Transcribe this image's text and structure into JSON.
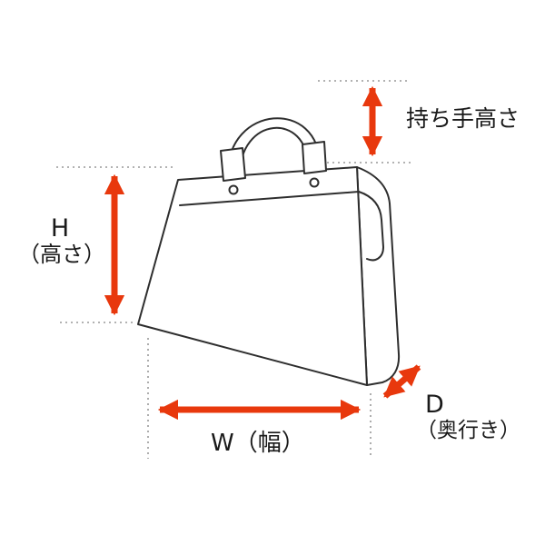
{
  "diagram": {
    "title": "bag-dimension-diagram",
    "labels": {
      "handle_height": "持ち手高さ",
      "height_letter": "H",
      "height_name": "（高さ）",
      "width": "W（幅）",
      "depth_letter": "D",
      "depth_name": "（奥行き）"
    }
  },
  "colors": {
    "arrow": "#e8380d",
    "line": "#2e2e2e",
    "guide": "#999999",
    "background": "#ffffff"
  }
}
